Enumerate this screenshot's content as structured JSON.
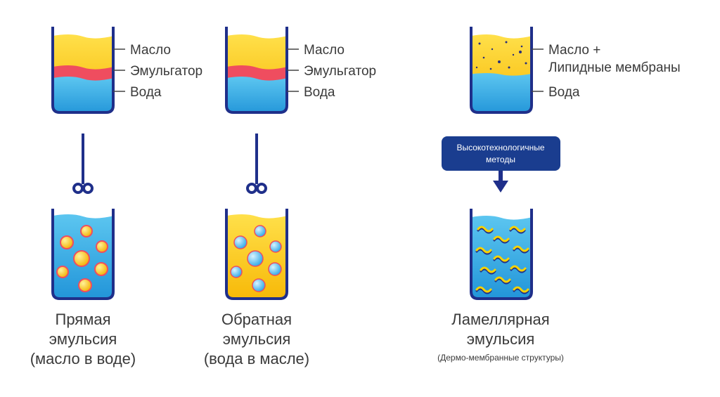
{
  "colors": {
    "glass": "#1f2f8a",
    "oil": "#f7c800",
    "emulsifier": "#ef4d5f",
    "water": "#2aa7e6",
    "box": "#1a3d8f"
  },
  "top_beakers": [
    {
      "labels": [
        "Масло",
        "Эмульгатор",
        "Вода"
      ]
    },
    {
      "labels": [
        "Масло",
        "Эмульгатор",
        "Вода"
      ]
    },
    {
      "labels": [
        "Масло +",
        "Липидные мембраны",
        "Вода"
      ]
    }
  ],
  "process_box": {
    "line1": "Высокотехнологичные",
    "line2": "методы"
  },
  "results": [
    {
      "title": [
        "Прямая",
        "эмульсия",
        "(масло в воде)"
      ]
    },
    {
      "title": [
        "Обратная",
        "эмульсия",
        "(вода в масле)"
      ]
    },
    {
      "title": [
        "Ламеллярная",
        "эмульсия"
      ],
      "subtitle": "(Дермо-мембранные структуры)"
    }
  ]
}
